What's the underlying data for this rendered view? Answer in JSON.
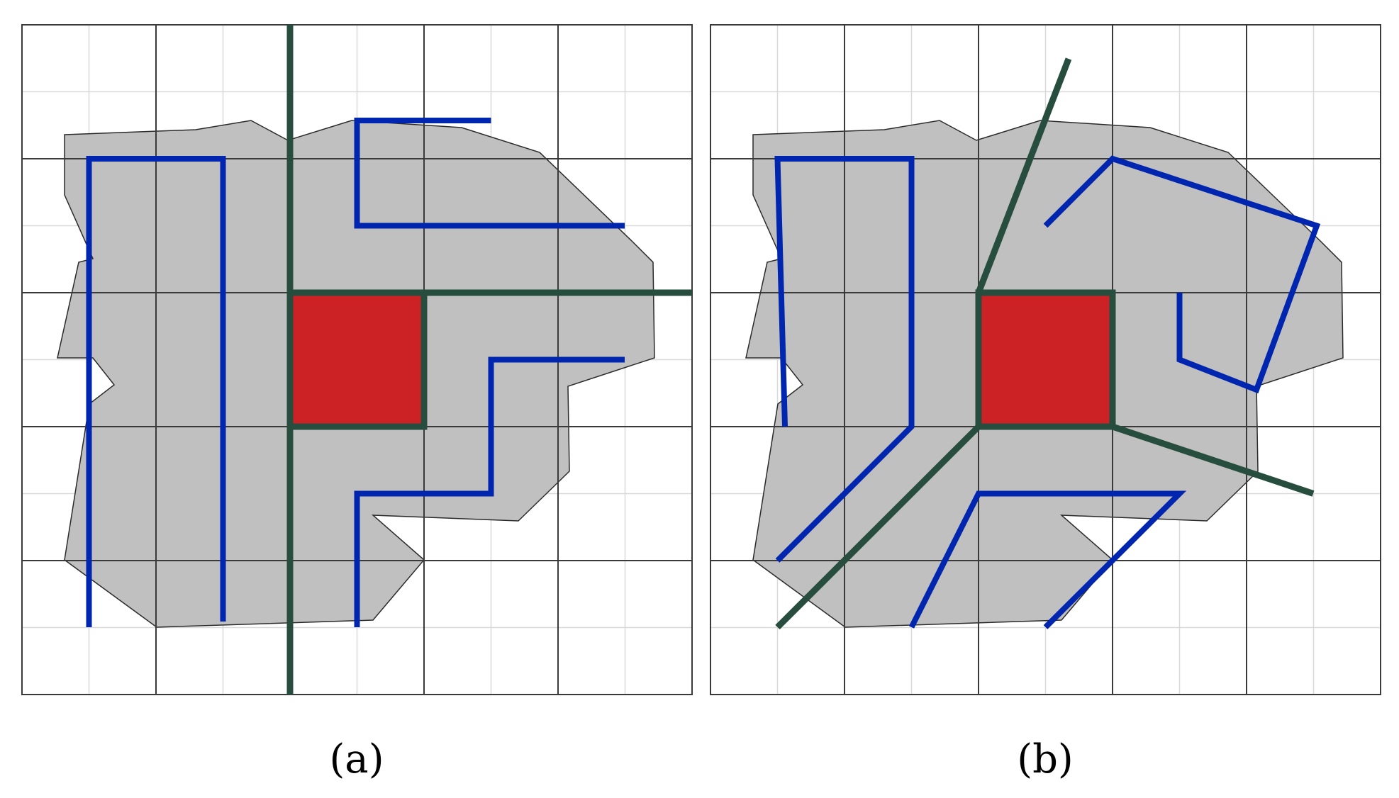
{
  "figure": {
    "panels": [
      {
        "id": "a",
        "label": "(a)"
      },
      {
        "id": "b",
        "label": "(b)"
      }
    ]
  },
  "colors": {
    "background": "#ffffff",
    "grid_major": "#3a3a3a",
    "grid_minor": "#d9d9d9",
    "shape_fill": "#c0c0c0",
    "shape_stroke": "#2a2a2a",
    "obstacle_fill": "#cc2226",
    "dark_path": "#274d3e",
    "blue_path": "#0026b0"
  }
}
